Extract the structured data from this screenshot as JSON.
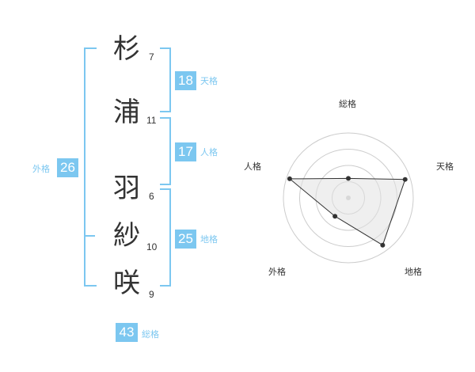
{
  "name": {
    "chars": [
      {
        "char": "杉",
        "strokes": "7"
      },
      {
        "char": "浦",
        "strokes": "11"
      },
      {
        "char": "羽",
        "strokes": "6"
      },
      {
        "char": "紗",
        "strokes": "10"
      },
      {
        "char": "咲",
        "strokes": "9"
      }
    ]
  },
  "fortune": {
    "tenkaku": {
      "value": "18",
      "label": "天格"
    },
    "jinkaku": {
      "value": "17",
      "label": "人格"
    },
    "chikaku": {
      "value": "25",
      "label": "地格"
    },
    "gaikaku": {
      "value": "26",
      "label": "外格"
    },
    "soukaku": {
      "value": "43",
      "label": "総格"
    }
  },
  "colors": {
    "accent": "#7cc7f0",
    "text": "#333333",
    "grid": "#cccccc",
    "fill": "#eeeeee"
  },
  "chart_data": {
    "type": "radar",
    "axes": [
      "総格",
      "天格",
      "地格",
      "外格",
      "人格"
    ],
    "values": [
      0.3,
      0.92,
      0.9,
      0.35,
      0.95
    ],
    "max": 1
  }
}
